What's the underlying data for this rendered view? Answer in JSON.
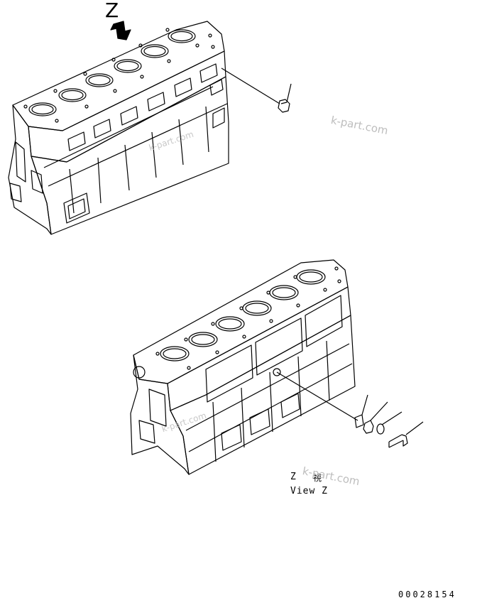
{
  "diagram": {
    "view_letter": "Z",
    "caption": {
      "letter": "Z",
      "japanese": "視",
      "english": "View Z"
    },
    "drawing_number": "00028154",
    "watermark": "k-part.com"
  }
}
